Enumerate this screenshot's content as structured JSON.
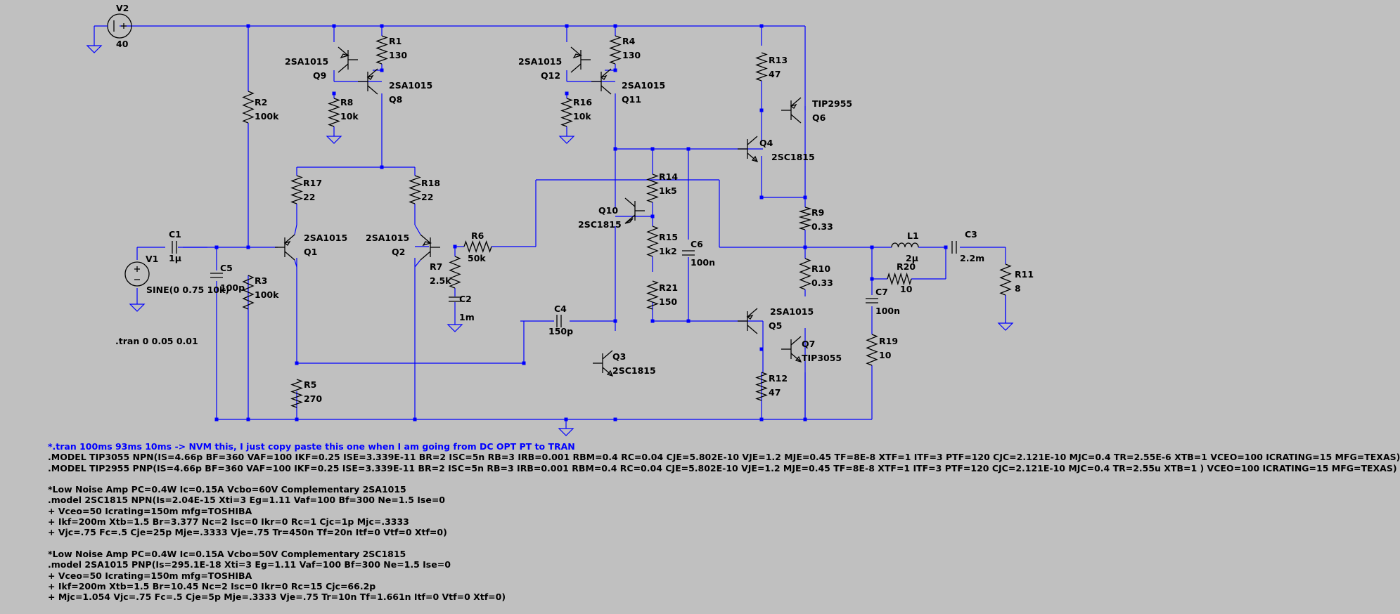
{
  "components": {
    "V2": {
      "name": "V2",
      "value": "40"
    },
    "V1": {
      "name": "V1",
      "value": "SINE(0 0.75 10k)"
    },
    "C1": {
      "name": "C1",
      "value": "1µ"
    },
    "C5": {
      "name": "C5",
      "value": "100p"
    },
    "C2": {
      "name": "C2",
      "value": "1m"
    },
    "C4": {
      "name": "C4",
      "value": "150p"
    },
    "C6": {
      "name": "C6",
      "value": "100n"
    },
    "C7": {
      "name": "C7",
      "value": "100n"
    },
    "C3": {
      "name": "C3",
      "value": "2.2m"
    },
    "L1": {
      "name": "L1",
      "value": "2µ"
    },
    "R1": {
      "name": "R1",
      "value": "130"
    },
    "R2": {
      "name": "R2",
      "value": "100k"
    },
    "R3": {
      "name": "R3",
      "value": "100k"
    },
    "R4": {
      "name": "R4",
      "value": "130"
    },
    "R5": {
      "name": "R5",
      "value": "270"
    },
    "R6": {
      "name": "R6",
      "value": "50k"
    },
    "R7": {
      "name": "R7",
      "value": "2.5k"
    },
    "R8": {
      "name": "R8",
      "value": "10k"
    },
    "R9": {
      "name": "R9",
      "value": "0.33"
    },
    "R10": {
      "name": "R10",
      "value": "0.33"
    },
    "R11": {
      "name": "R11",
      "value": "8"
    },
    "R12": {
      "name": "R12",
      "value": "47"
    },
    "R13": {
      "name": "R13",
      "value": "47"
    },
    "R14": {
      "name": "R14",
      "value": "1k5"
    },
    "R15": {
      "name": "R15",
      "value": "1k2"
    },
    "R16": {
      "name": "R16",
      "value": "10k"
    },
    "R17": {
      "name": "R17",
      "value": "22"
    },
    "R18": {
      "name": "R18",
      "value": "22"
    },
    "R19": {
      "name": "R19",
      "value": "10"
    },
    "R20": {
      "name": "R20",
      "value": "10"
    },
    "R21": {
      "name": "R21",
      "value": "150"
    },
    "Q1": {
      "name": "Q1",
      "model": "2SA1015"
    },
    "Q2": {
      "name": "Q2",
      "model": "2SA1015"
    },
    "Q3": {
      "name": "Q3",
      "model": "2SC1815"
    },
    "Q4": {
      "name": "Q4",
      "model": "2SC1815"
    },
    "Q5": {
      "name": "Q5",
      "model": "2SA1015"
    },
    "Q6": {
      "name": "Q6",
      "model": "TIP2955"
    },
    "Q7": {
      "name": "Q7",
      "model": "TIP3055"
    },
    "Q8": {
      "name": "Q8",
      "model": "2SA1015"
    },
    "Q9": {
      "name": "Q9",
      "model": "2SA1015"
    },
    "Q10": {
      "name": "Q10",
      "model": "2SC1815"
    },
    "Q11": {
      "name": "Q11",
      "model": "2SA1015"
    },
    "Q12": {
      "name": "Q12",
      "model": "2SA1015"
    }
  },
  "directives": {
    "tran": ".tran 0 0.05 0.01",
    "comment": "*.tran 100ms 93ms 10ms -> NVM this, I just copy paste this one when I am going from DC OPT PT to TRAN",
    "lines": [
      ".MODEL TIP3055 NPN(IS=4.66p BF=360 VAF=100 IKF=0.25 ISE=3.339E-11 BR=2 ISC=5n RB=3 IRB=0.001 RBM=0.4 RC=0.04 CJE=5.802E-10 VJE=1.2 MJE=0.45 TF=8E-8 XTF=1 ITF=3 PTF=120 CJC=2.121E-10 MJC=0.4 TR=2.55E-6 XTB=1 VCEO=100 ICRATING=15 MFG=TEXAS)",
      ".MODEL TIP2955 PNP(IS=4.66p BF=360 VAF=100 IKF=0.25 ISE=3.339E-11 BR=2 ISC=5n RB=3 IRB=0.001 RBM=0.4 RC=0.04 CJE=5.802E-10 VJE=1.2 MJE=0.45 TF=8E-8 XTF=1 ITF=3 PTF=120 CJC=2.121E-10 MJC=0.4 TR=2.55u XTB=1 ) VCEO=100 ICRATING=15 MFG=TEXAS)",
      "",
      "*Low Noise Amp PC=0.4W Ic=0.15A Vcbo=60V Complementary 2SA1015",
      ".model 2SC1815 NPN(Is=2.04E-15 Xti=3 Eg=1.11 Vaf=100 Bf=300 Ne=1.5 Ise=0",
      "+ Vceo=50 Icrating=150m mfg=TOSHIBA",
      "+ Ikf=200m Xtb=1.5 Br=3.377 Nc=2 Isc=0 Ikr=0 Rc=1 Cjc=1p Mjc=.3333",
      "+ Vjc=.75 Fc=.5 Cje=25p Mje=.3333 Vje=.75 Tr=450n Tf=20n Itf=0 Vtf=0 Xtf=0)",
      "",
      "*Low Noise Amp PC=0.4W Ic=0.15A Vcbo=50V Complementary 2SC1815",
      ".model 2SA1015 PNP(Is=295.1E-18 Xti=3 Eg=1.11 Vaf=100 Bf=300 Ne=1.5 Ise=0",
      "+ Vceo=50 Icrating=150m mfg=TOSHIBA",
      "+ Ikf=200m Xtb=1.5 Br=10.45 Nc=2 Isc=0 Ikr=0 Rc=15 Cjc=66.2p",
      "+ Mjc=1.054 Vjc=.75 Fc=.5 Cje=5p Mje=.3333 Vje=.75 Tr=10n Tf=1.661n Itf=0 Vtf=0 Xtf=0)"
    ]
  },
  "colors": {
    "background": "#c0c0c0",
    "wire": "#0000ff",
    "component": "#000000",
    "comment": "#0000ff"
  }
}
